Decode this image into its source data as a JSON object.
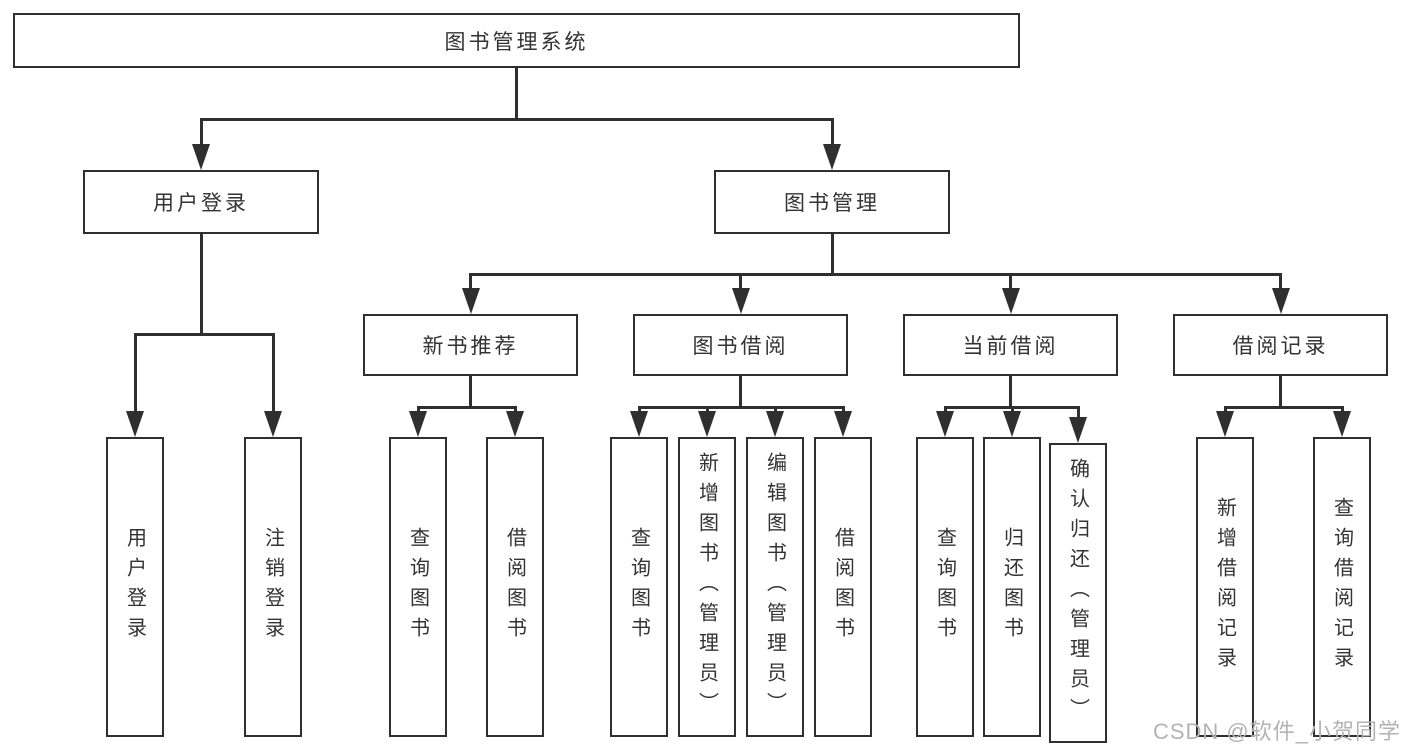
{
  "tree": {
    "root": {
      "label": "图书管理系统",
      "children": [
        {
          "label": "用户登录",
          "children": [
            {
              "label": "用户登录"
            },
            {
              "label": "注销登录"
            }
          ]
        },
        {
          "label": "图书管理",
          "children": [
            {
              "label": "新书推荐",
              "children": [
                {
                  "label": "查询图书"
                },
                {
                  "label": "借阅图书"
                }
              ]
            },
            {
              "label": "图书借阅",
              "children": [
                {
                  "label": "查询图书"
                },
                {
                  "label": "新增图书（管理员）"
                },
                {
                  "label": "编辑图书（管理员）"
                },
                {
                  "label": "借阅图书"
                }
              ]
            },
            {
              "label": "当前借阅",
              "children": [
                {
                  "label": "查询图书"
                },
                {
                  "label": "归还图书"
                },
                {
                  "label": "确认归还（管理员）"
                }
              ]
            },
            {
              "label": "借阅记录",
              "children": [
                {
                  "label": "新增借阅记录"
                },
                {
                  "label": "查询借阅记录"
                }
              ]
            }
          ]
        }
      ]
    }
  },
  "watermark": {
    "text": "CSDN @软件_小贺同学"
  },
  "colors": {
    "line": "#2f2f2f",
    "text": "#333333",
    "watermark": "#b3b3b3",
    "bg": "#ffffff"
  }
}
